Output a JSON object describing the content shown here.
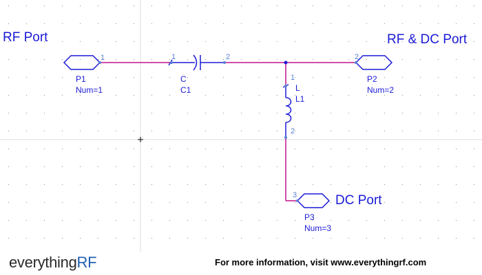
{
  "colors": {
    "wire": "#c0148a",
    "symbol": "#1a1ad6",
    "pin_label": "#5a7fd6",
    "grid_dot": "#8a8a8a",
    "grid_line": "#dcdcdc"
  },
  "ports": {
    "p1": {
      "title": "RF Port",
      "name": "P1",
      "num": "Num=1",
      "pin": "1"
    },
    "p2": {
      "title": "RF & DC Port",
      "name": "P2",
      "num": "Num=2",
      "pin": "2"
    },
    "p3": {
      "title": "DC Port",
      "name": "P3",
      "num": "Num=3",
      "pin": "3"
    }
  },
  "components": {
    "c1": {
      "type": "C",
      "ref": "C1",
      "pin_a": "1",
      "pin_b": "2"
    },
    "l1": {
      "type": "L",
      "ref": "L1",
      "pin_a": "1",
      "pin_b": "2"
    }
  },
  "footer": {
    "logo_main": "everything",
    "logo_accent": "RF",
    "note": "For more information, visit www.everythingrf.com"
  }
}
